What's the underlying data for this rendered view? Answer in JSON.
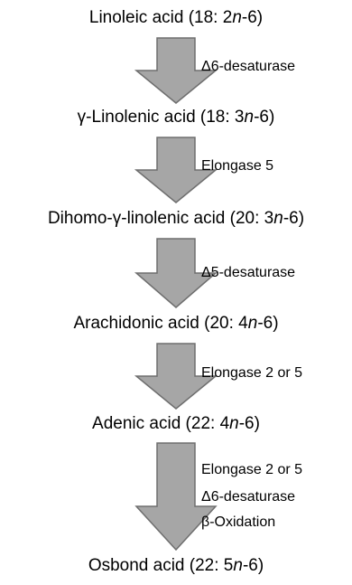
{
  "colors": {
    "arrow_fill": "#a6a6a6",
    "arrow_stroke": "#6e6e6e",
    "text": "#000000",
    "background": "#ffffff"
  },
  "nodes": [
    {
      "name": "Linoleic acid",
      "pre": "Linoleic acid (18: 2",
      "post": "-6)"
    },
    {
      "name": "γ-Linolenic acid",
      "pre": "γ-Linolenic acid (18: 3",
      "post": "-6)"
    },
    {
      "name": "Dihomo-γ-linolenic acid",
      "pre": "Dihomo-γ-linolenic acid (20: 3",
      "post": "-6)"
    },
    {
      "name": "Arachidonic acid",
      "pre": "Arachidonic acid (20: 4",
      "post": "-6)"
    },
    {
      "name": "Adenic acid",
      "pre": "Adenic acid (22: 4",
      "post": "-6)"
    },
    {
      "name": "Osbond acid",
      "pre": "Osbond acid (22: 5",
      "post": "-6)"
    }
  ],
  "n_symbol": "n",
  "steps": [
    {
      "enzymes": [
        "Δ6-desaturase"
      ]
    },
    {
      "enzymes": [
        "Elongase 5"
      ]
    },
    {
      "enzymes": [
        "Δ5-desaturase"
      ]
    },
    {
      "enzymes": [
        "Elongase 2 or 5"
      ]
    },
    {
      "enzymes": [
        "Elongase 2 or 5",
        "Δ6-desaturase",
        "β-Oxidation"
      ]
    }
  ]
}
